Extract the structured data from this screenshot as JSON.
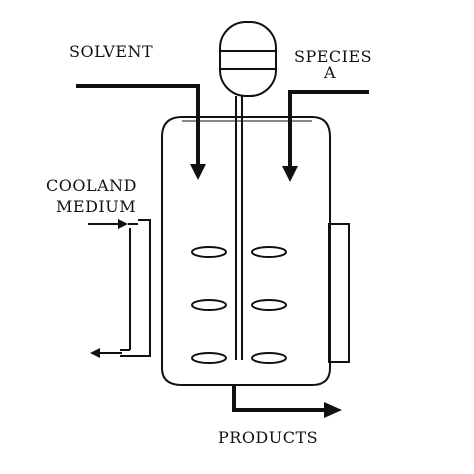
{
  "labels": {
    "solvent": "SOLVENT",
    "species_line1": "SPECIES",
    "species_line2": "A",
    "coolant_line1": "COOLAND",
    "coolant_line2": "MEDIUM",
    "products": "PRODUCTS"
  },
  "colors": {
    "ink": "#111111",
    "background": "#ffffff"
  },
  "impeller_blade_rows": 3
}
